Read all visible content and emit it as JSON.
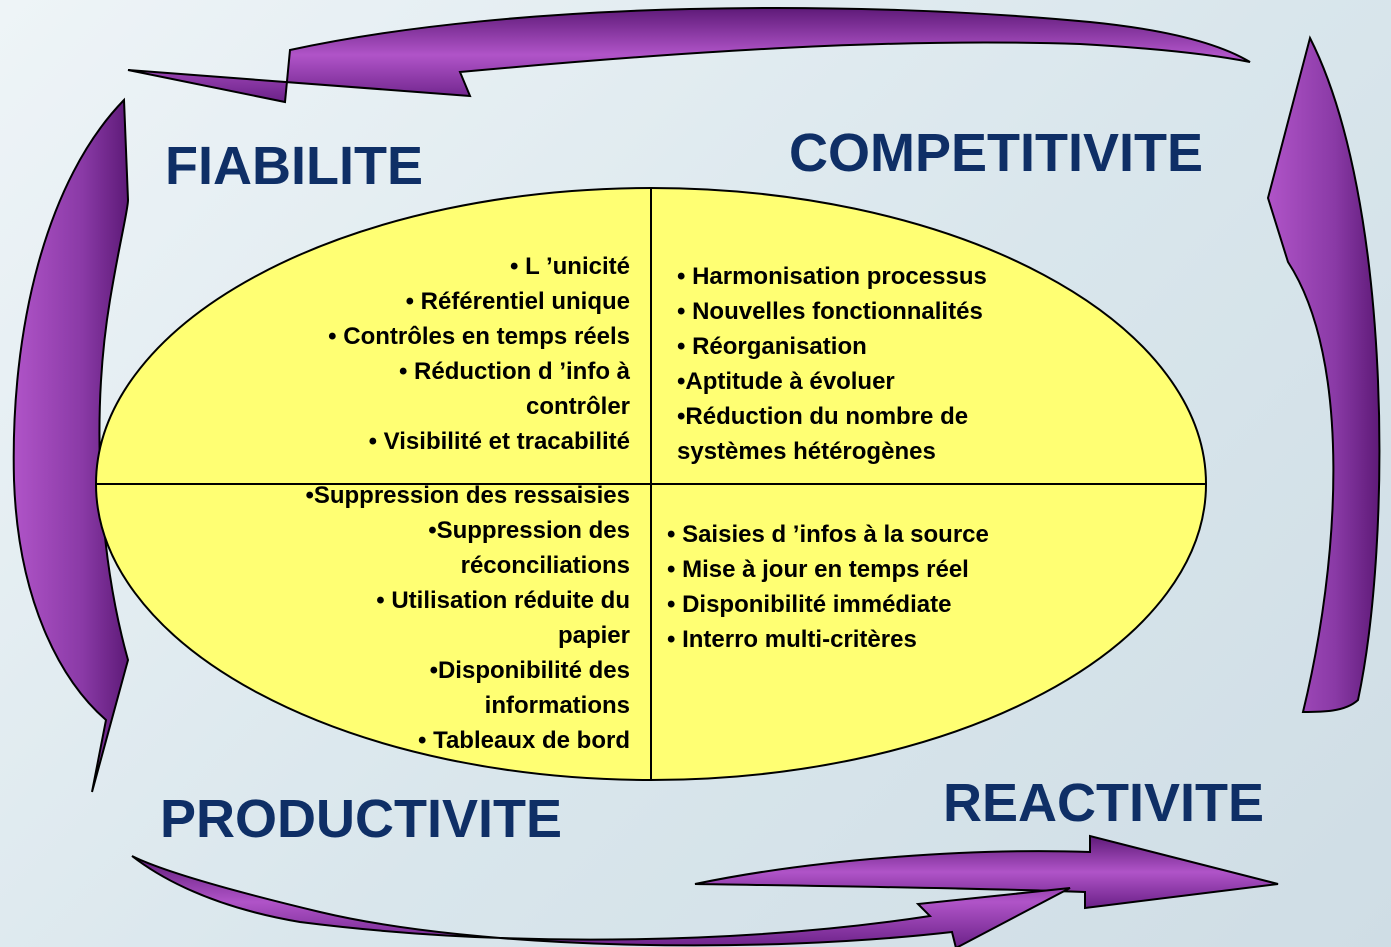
{
  "colors": {
    "ellipse_fill": "#ffff73",
    "arrow_light": "#b054c8",
    "arrow_dark": "#5e1a78",
    "title": "#0f2f66"
  },
  "quadrants": {
    "top_left": {
      "title": "FIABILITE",
      "items": [
        "• L ’unicité",
        "• Référentiel unique",
        "• Contrôles en temps réels",
        "• Réduction d ’info à\ncontrôler",
        "• Visibilité et tracabilité"
      ]
    },
    "top_right": {
      "title": "COMPETITIVITE",
      "items": [
        "• Harmonisation processus",
        "• Nouvelles fonctionnalités",
        "• Réorganisation",
        "•Aptitude à évoluer",
        "•Réduction du nombre de\nsystèmes hétérogènes"
      ]
    },
    "bottom_left": {
      "title": "PRODUCTIVITE",
      "items": [
        "•Suppression des ressaisies",
        "•Suppression des\nréconciliations",
        "• Utilisation réduite du\npapier",
        "•Disponibilité des\ninformations",
        "• Tableaux de bord"
      ]
    },
    "bottom_right": {
      "title": "REACTIVITE",
      "items": [
        "• Saisies d ’infos à la source",
        "• Mise à jour en temps réel",
        "• Disponibilité immédiate",
        "• Interro multi-critères"
      ]
    }
  }
}
